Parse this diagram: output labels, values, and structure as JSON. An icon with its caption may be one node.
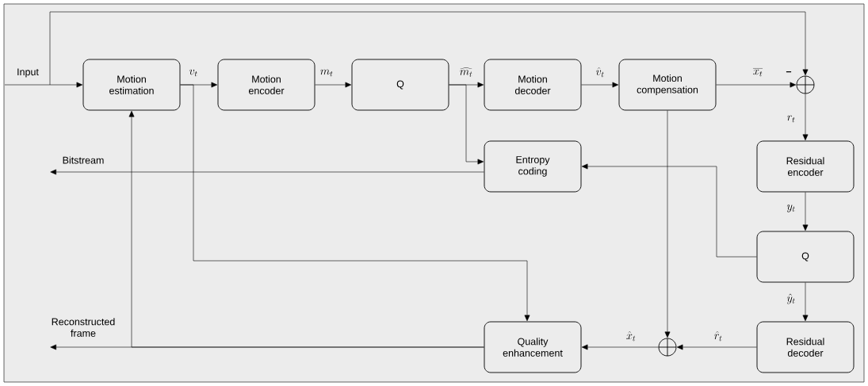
{
  "diagram": {
    "nodes": [
      {
        "text": [
          "Motion estimation"
        ]
      },
      {
        "text": [
          "Motion encoder"
        ]
      },
      {
        "text": [
          "Q"
        ]
      },
      {
        "text": [
          "Motion decoder"
        ]
      },
      {
        "text": [
          "Motion compensation"
        ]
      },
      {
        "text": [],
        "shape": "circle"
      },
      {
        "text": [
          "Entropy coding"
        ]
      },
      {
        "text": [
          "Residual encoder"
        ]
      },
      {
        "text": [
          "Q"
        ]
      },
      {
        "text": [
          "Residual decoder"
        ]
      },
      {
        "text": [],
        "shape": "circle"
      },
      {
        "text": [
          "Quality enhancement"
        ]
      }
    ],
    "edges": [
      {
        "from": null,
        "to": 0,
        "arrow": "to",
        "label": "Input"
      },
      {
        "from": null,
        "to": 5,
        "arrow": "to"
      },
      {
        "from": 0,
        "to": 1,
        "arrow": "to",
        "label": "v_t"
      },
      {
        "from": 1,
        "to": 2,
        "arrow": "to",
        "label": "m_t"
      },
      {
        "from": 2,
        "to": 3,
        "arrow": "to",
        "label": "\\widehat{m_t}"
      },
      {
        "from": 2,
        "to": 6,
        "arrow": "to"
      },
      {
        "from": 3,
        "to": 4,
        "arrow": "to",
        "label": "\\hat{v}_t"
      },
      {
        "from": 4,
        "to": 5,
        "arrow": "to",
        "label": "\\overline{x_t}"
      },
      {
        "from": 5,
        "to": 7,
        "arrow": "to",
        "label": "r_t"
      },
      {
        "from": 7,
        "to": 8,
        "arrow": "to",
        "label": "y_t"
      },
      {
        "from": 8,
        "to": 6,
        "arrow": "to"
      },
      {
        "from": 8,
        "to": 9,
        "arrow": "to",
        "label": "\\hat{y}_t"
      },
      {
        "from": 9,
        "to": 10,
        "arrow": "to",
        "label": "\\hat{r}_t"
      },
      {
        "from": 4,
        "to": 10,
        "arrow": "to"
      },
      {
        "from": 10,
        "to": 11,
        "arrow": "to",
        "label": "\\hat{x}_t"
      },
      {
        "from": 0,
        "to": 11,
        "arrow": "to"
      },
      {
        "from": 6,
        "to": null,
        "arrow": "to",
        "label": "Bitstream"
      },
      {
        "from": 11,
        "to": null,
        "arrow": "to",
        "label": "Reconstructed frame"
      },
      {
        "from": 11,
        "to": 0,
        "arrow": "to"
      }
    ],
    "labels": [
      "–"
    ]
  }
}
